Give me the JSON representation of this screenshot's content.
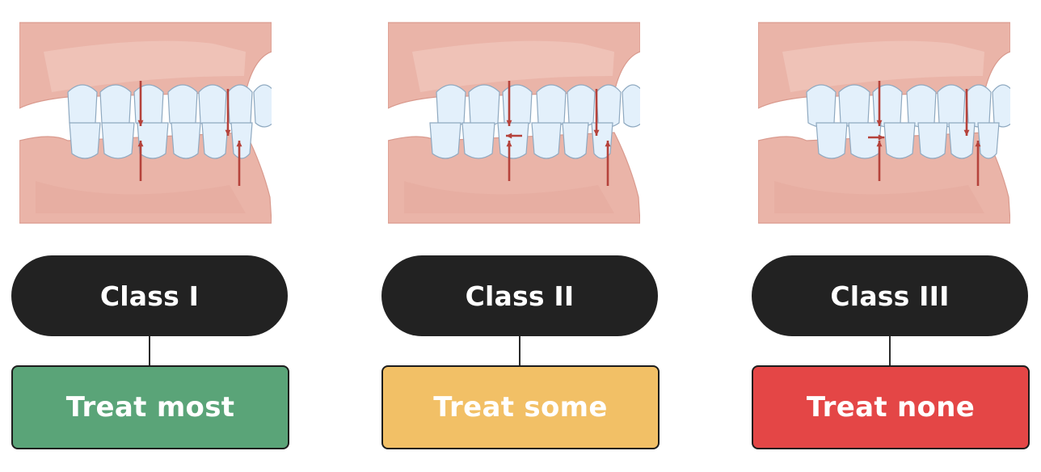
{
  "colors": {
    "pill": "#222222",
    "gum": "#eab4a8",
    "gum_dark": "#d99a8e",
    "tooth": "#e3f0fb",
    "tooth_stroke": "#8fa9c0",
    "arrow": "#b5423b"
  },
  "columns": [
    {
      "illustration": "class-i-bite-icon",
      "class_label": "Class I",
      "outcome_label": "Treat most",
      "outcome_color": "#5aa478"
    },
    {
      "illustration": "class-ii-bite-icon",
      "class_label": "Class II",
      "outcome_label": "Treat some",
      "outcome_color": "#f2c066"
    },
    {
      "illustration": "class-iii-bite-icon",
      "class_label": "Class III",
      "outcome_label": "Treat none",
      "outcome_color": "#e44646"
    }
  ]
}
